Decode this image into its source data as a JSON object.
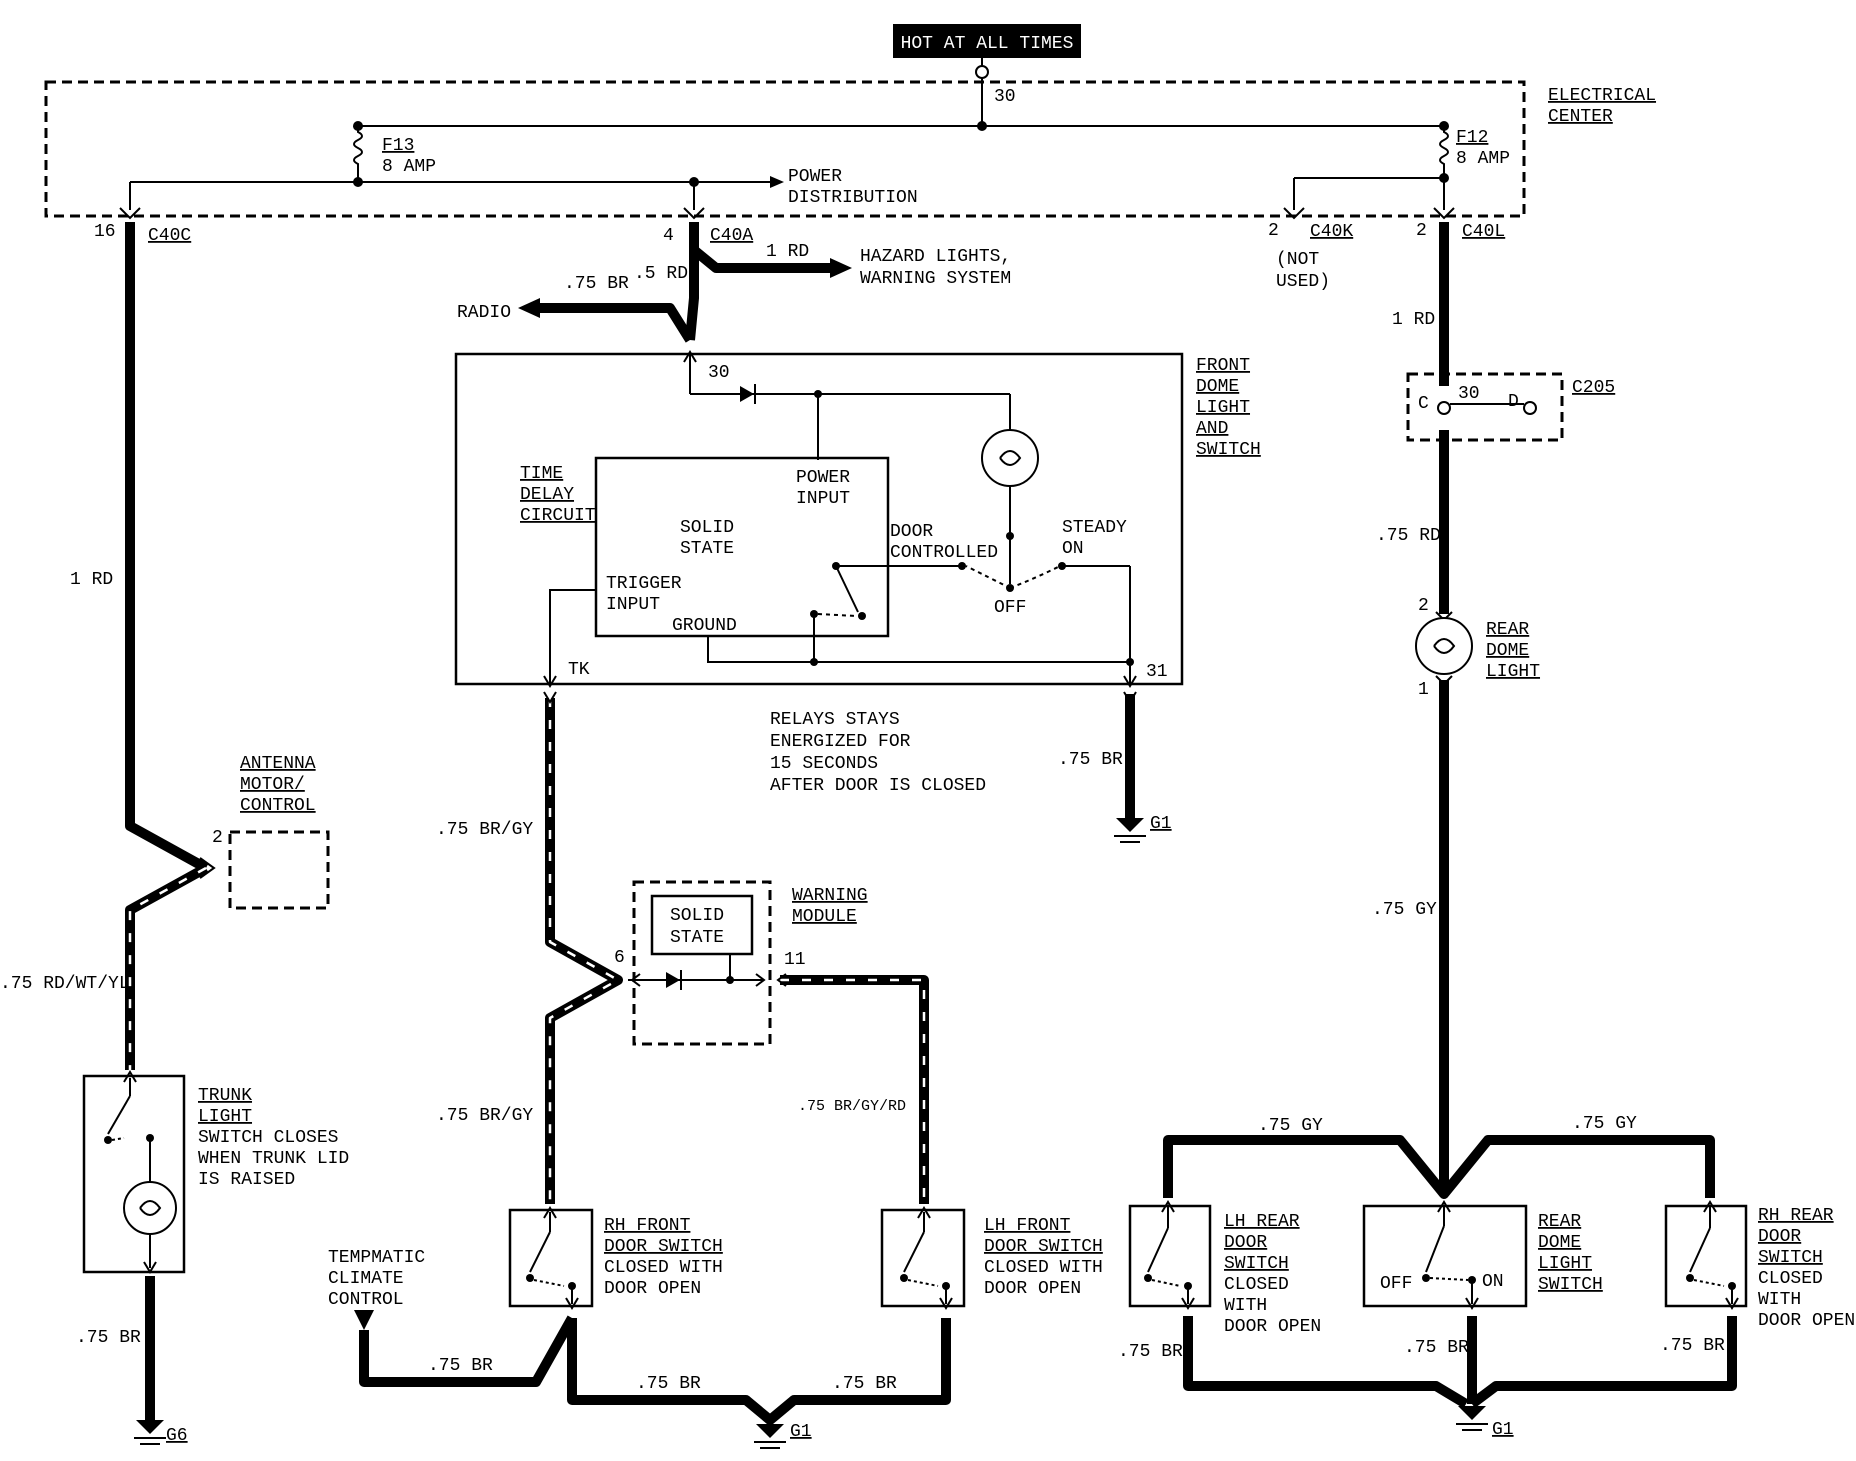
{
  "banner": "HOT AT ALL TIMES",
  "electrical_center": {
    "label_lines": [
      "ELECTRICAL",
      "CENTER"
    ],
    "terminal_30": "30",
    "fuse_f13": {
      "name": "F13",
      "rating": "8 AMP"
    },
    "fuse_f12": {
      "name": "F12",
      "rating": "8 AMP"
    },
    "power_distribution_lines": [
      "POWER",
      "DISTRIBUTION"
    ]
  },
  "connectors": {
    "c40c": {
      "pin": "16",
      "name": "C40C"
    },
    "c40a": {
      "pin": "4",
      "name": "C40A"
    },
    "c40k": {
      "pin": "2",
      "name": "C40K",
      "note_lines": [
        "(NOT",
        "USED)"
      ]
    },
    "c40l": {
      "pin": "2",
      "name": "C40L"
    },
    "c205": {
      "name": "C205",
      "pin_c": "C",
      "pin_30": "30",
      "pin_d": "D"
    }
  },
  "wires": {
    "w_1rd_left": "1 RD",
    "w_075rdwtyl": ".75 RD/WT/YL",
    "w_075br_trunk": ".75 BR",
    "w_075br_radio": ".75 BR",
    "w_05rd": ".5 RD",
    "w_1rd_hazard": "1 RD",
    "w_075brgy_top": ".75 BR/GY",
    "w_075brgy_bottom": ".75 BR/GY",
    "w_075brgyrd": ".75 BR/GY/RD",
    "w_075br_g1_mid": ".75 BR",
    "w_075br_tempmatic": ".75 BR",
    "w_075br_rh_front": ".75 BR",
    "w_075br_lh_front": ".75 BR",
    "w_1rd_right": "1 RD",
    "w_075rd_right": ".75 RD",
    "w_075gy_right": ".75 GY",
    "w_075gy_left_branch": ".75 GY",
    "w_075gy_right_branch": ".75 GY",
    "w_075br_lh_rear": ".75 BR",
    "w_075br_rear_dome": ".75 BR",
    "w_075br_rh_rear": ".75 BR"
  },
  "destinations": {
    "radio": "RADIO",
    "hazard_lines": [
      "HAZARD LIGHTS,",
      "WARNING SYSTEM"
    ]
  },
  "front_dome": {
    "title_lines": [
      "FRONT",
      "DOME",
      "LIGHT",
      "AND",
      "SWITCH"
    ],
    "pin_30": "30",
    "pin_tk": "TK",
    "pin_31": "31",
    "time_delay_lines": [
      "TIME",
      "DELAY",
      "CIRCUIT"
    ],
    "solid_state_lines": [
      "SOLID",
      "STATE"
    ],
    "power_input_lines": [
      "POWER",
      "INPUT"
    ],
    "trigger_input_lines": [
      "TRIGGER",
      "INPUT"
    ],
    "ground": "GROUND",
    "door_controlled_lines": [
      "DOOR",
      "CONTROLLED"
    ],
    "steady_on_lines": [
      "STEADY",
      "ON"
    ],
    "off": "OFF"
  },
  "relay_note_lines": [
    "RELAYS STAYS",
    "ENERGIZED FOR",
    "15 SECONDS",
    "AFTER DOOR IS CLOSED"
  ],
  "antenna": {
    "pin": "2",
    "title_lines": [
      "ANTENNA",
      "MOTOR/",
      "CONTROL"
    ]
  },
  "warning_module": {
    "title_lines": [
      "WARNING",
      "MODULE"
    ],
    "solid_state_lines": [
      "SOLID",
      "STATE"
    ],
    "pin_6": "6",
    "pin_11": "11"
  },
  "trunk_light": {
    "title_lines": [
      "TRUNK",
      "LIGHT"
    ],
    "desc_lines": [
      "SWITCH CLOSES",
      "WHEN TRUNK LID",
      "IS RAISED"
    ]
  },
  "rh_front_switch": {
    "title_lines": [
      "RH FRONT",
      "DOOR SWITCH"
    ],
    "desc_lines": [
      "CLOSED WITH",
      "DOOR OPEN"
    ]
  },
  "lh_front_switch": {
    "title_lines": [
      "LH FRONT",
      "DOOR SWITCH"
    ],
    "desc_lines": [
      "CLOSED WITH",
      "DOOR OPEN"
    ]
  },
  "tempmatic_lines": [
    "TEMPMATIC",
    "CLIMATE",
    "CONTROL"
  ],
  "rear_dome_light": {
    "title_lines": [
      "REAR",
      "DOME",
      "LIGHT"
    ],
    "pin_top": "2",
    "pin_bottom": "1"
  },
  "lh_rear_switch": {
    "title_lines": [
      "LH REAR",
      "DOOR",
      "SWITCH"
    ],
    "desc_lines": [
      "CLOSED",
      "WITH",
      "DOOR OPEN"
    ]
  },
  "rh_rear_switch": {
    "title_lines": [
      "RH REAR",
      "DOOR",
      "SWITCH"
    ],
    "desc_lines": [
      "CLOSED",
      "WITH",
      "DOOR OPEN"
    ]
  },
  "rear_dome_switch": {
    "title_lines": [
      "REAR",
      "DOME",
      "LIGHT",
      "SWITCH"
    ],
    "off": "OFF",
    "on": "ON"
  },
  "grounds": {
    "g6": "G6",
    "g1_front": "G1",
    "g1_mid": "G1",
    "g1_right": "G1"
  }
}
